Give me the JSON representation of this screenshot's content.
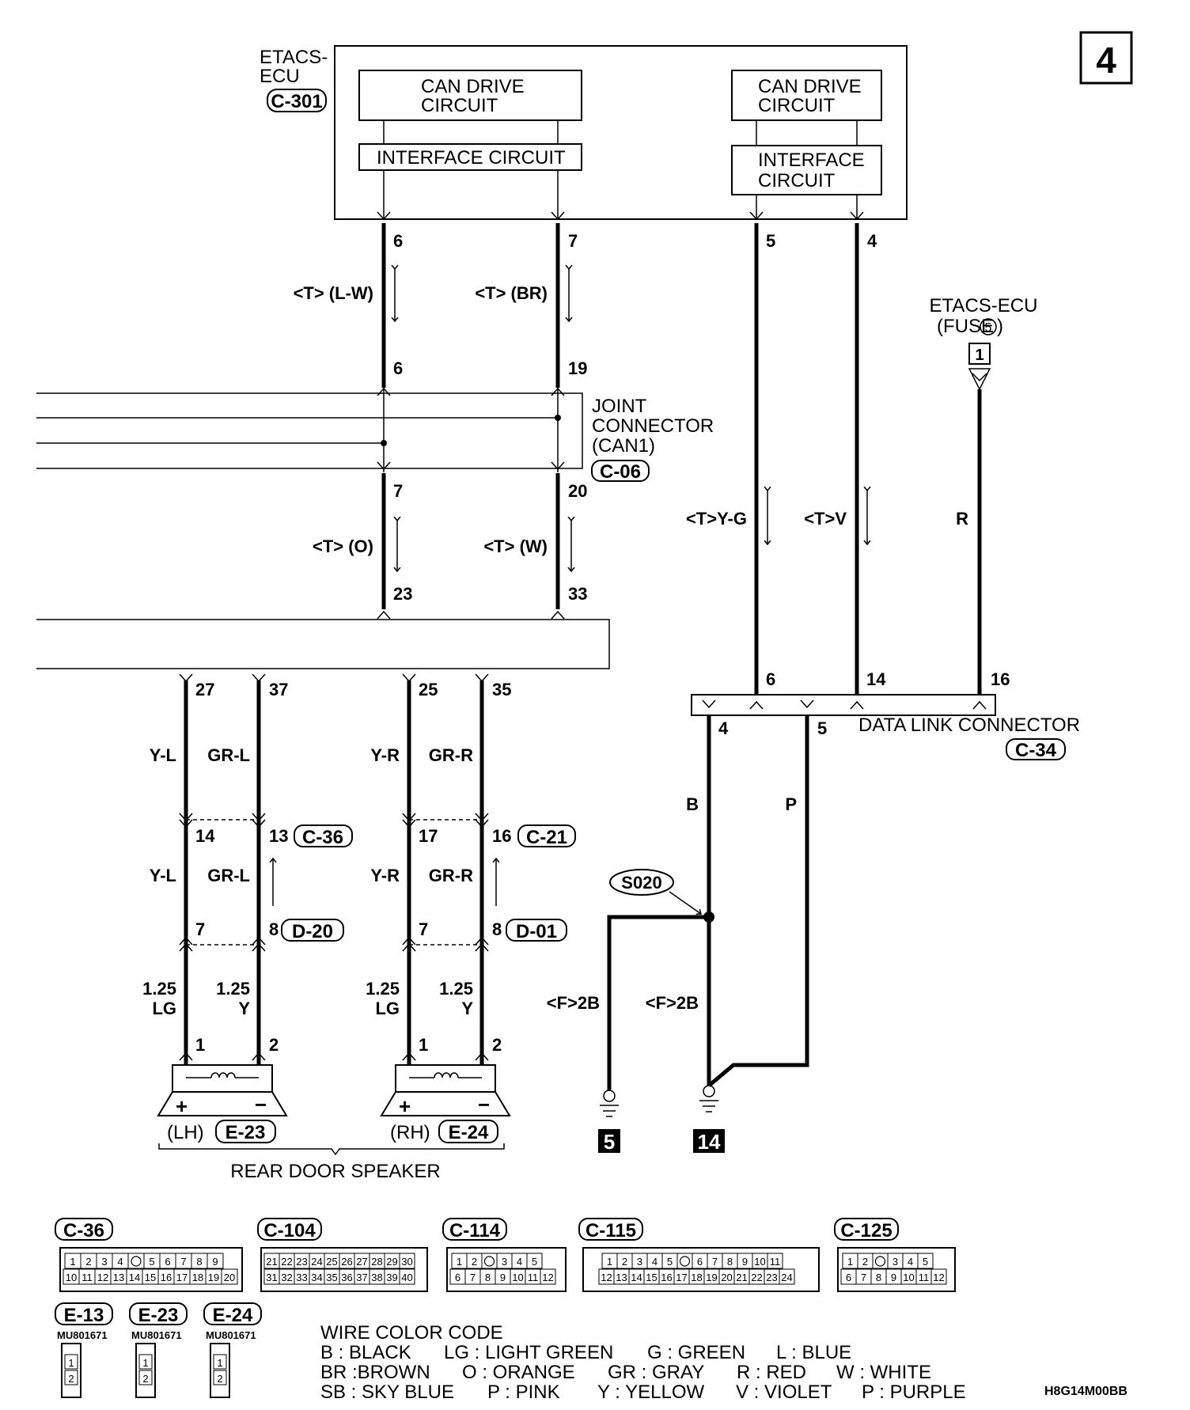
{
  "page_id": "4",
  "diagram_code": "H8G14M00BB",
  "etacs": {
    "name_line1": "ETACS-",
    "name_line2": "ECU",
    "connector": "C-301",
    "left_can_drive_l1": "CAN DRIVE",
    "left_can_drive_l2": "CIRCUIT",
    "left_interface": "INTERFACE CIRCUIT",
    "right_can_drive_l1": "CAN DRIVE",
    "right_can_drive_l2": "CIRCUIT",
    "right_interface_l1": "INTERFACE",
    "right_interface_l2": "CIRCUIT",
    "pins": [
      "6",
      "7",
      "5",
      "4"
    ]
  },
  "can_upper": {
    "left": {
      "label": "<T> (L-W)",
      "pin_top": "6",
      "pin_bottom": "6"
    },
    "right": {
      "label": "<T> (BR)",
      "pin_top": "7",
      "pin_bottom": "19"
    }
  },
  "joint_connector": {
    "line1": "JOINT",
    "line2": "CONNECTOR",
    "line3": "(CAN1)",
    "connector": "C-06"
  },
  "can_lower": {
    "left": {
      "label": "<T> (O)",
      "pin_top": "7",
      "pin_bottom": "23"
    },
    "right": {
      "label": "<T> (W)",
      "pin_top": "20",
      "pin_bottom": "33"
    }
  },
  "dlc_wires": {
    "yg": {
      "label": "<T>Y-G",
      "pin": "6"
    },
    "v": {
      "label": "<T>V",
      "pin": "14"
    },
    "r": {
      "label": "R",
      "pin": "16"
    }
  },
  "fuse": {
    "line1": "ETACS-ECU",
    "line2": "(FUSE",
    "number": "5",
    "line2_end": ")",
    "terminal": "1"
  },
  "data_link": {
    "name": "DATA LINK CONNECTOR",
    "connector": "C-34",
    "pin_b": "4",
    "pin_p": "5",
    "wire_b": "B",
    "wire_p": "P"
  },
  "splice": {
    "name": "S020",
    "left_wire": "<F>2B",
    "right_wire": "<F>2B"
  },
  "grounds": [
    "5",
    "14"
  ],
  "speakers": {
    "lh": {
      "top_pins": [
        "27",
        "37"
      ],
      "wires_upper": [
        "Y-L",
        "GR-L"
      ],
      "mid_pins": [
        "14",
        "13"
      ],
      "mid_connector": "C-36",
      "wires_mid": [
        "Y-L",
        "GR-L"
      ],
      "lower_pins": [
        "7",
        "8"
      ],
      "lower_connector": "D-20",
      "size_left": "1.25",
      "color_left": "LG",
      "size_right": "1.25",
      "color_right": "Y",
      "spk_pins": [
        "1",
        "2"
      ],
      "side": "(LH)",
      "connector": "E-23"
    },
    "rh": {
      "top_pins": [
        "25",
        "35"
      ],
      "wires_upper": [
        "Y-R",
        "GR-R"
      ],
      "mid_pins": [
        "17",
        "16"
      ],
      "mid_connector": "C-21",
      "wires_mid": [
        "Y-R",
        "GR-R"
      ],
      "lower_pins": [
        "7",
        "8"
      ],
      "lower_connector": "D-01",
      "size_left": "1.25",
      "color_left": "LG",
      "size_right": "1.25",
      "color_right": "Y",
      "spk_pins": [
        "1",
        "2"
      ],
      "side": "(RH)",
      "connector": "E-24"
    },
    "group_label": "REAR DOOR SPEAKER"
  },
  "connector_views": [
    {
      "name": "C-36",
      "row1": [
        "1",
        "2",
        "3",
        "4",
        "",
        "5",
        "6",
        "7",
        "8",
        "9"
      ],
      "row2": [
        "10",
        "11",
        "12",
        "13",
        "14",
        "15",
        "16",
        "17",
        "18",
        "19",
        "20"
      ]
    },
    {
      "name": "C-104",
      "row1": [
        "21",
        "22",
        "23",
        "24",
        "25",
        "26",
        "27",
        "28",
        "29",
        "30"
      ],
      "row2": [
        "31",
        "32",
        "33",
        "34",
        "35",
        "36",
        "37",
        "38",
        "39",
        "40"
      ]
    },
    {
      "name": "C-114",
      "row1": [
        "1",
        "2",
        "",
        "3",
        "4",
        "5"
      ],
      "row2": [
        "6",
        "7",
        "8",
        "9",
        "10",
        "11",
        "12"
      ]
    },
    {
      "name": "C-115",
      "row1": [
        "1",
        "2",
        "3",
        "4",
        "5",
        "",
        "6",
        "7",
        "8",
        "9",
        "10",
        "11"
      ],
      "row2": [
        "12",
        "13",
        "14",
        "15",
        "16",
        "17",
        "18",
        "19",
        "20",
        "21",
        "22",
        "23",
        "24"
      ]
    },
    {
      "name": "C-125",
      "row1": [
        "1",
        "2",
        "",
        "3",
        "4",
        "5"
      ],
      "row2": [
        "6",
        "7",
        "8",
        "9",
        "10",
        "11",
        "12"
      ]
    }
  ],
  "small_connectors": [
    {
      "name": "E-13",
      "part": "MU801671",
      "pins": [
        "1",
        "2"
      ]
    },
    {
      "name": "E-23",
      "part": "MU801671",
      "pins": [
        "1",
        "2"
      ]
    },
    {
      "name": "E-24",
      "part": "MU801671",
      "pins": [
        "1",
        "2"
      ]
    }
  ],
  "wire_color_code": {
    "title": "WIRE COLOR CODE",
    "rows": [
      [
        "B : BLACK",
        "LG : LIGHT GREEN",
        "G : GREEN",
        "L : BLUE"
      ],
      [
        "BR :BROWN",
        "O : ORANGE",
        "GR : GRAY",
        "R : RED",
        "W : WHITE"
      ],
      [
        "SB : SKY BLUE",
        "P : PINK",
        "Y : YELLOW",
        "V : VIOLET",
        "P : PURPLE"
      ]
    ]
  }
}
